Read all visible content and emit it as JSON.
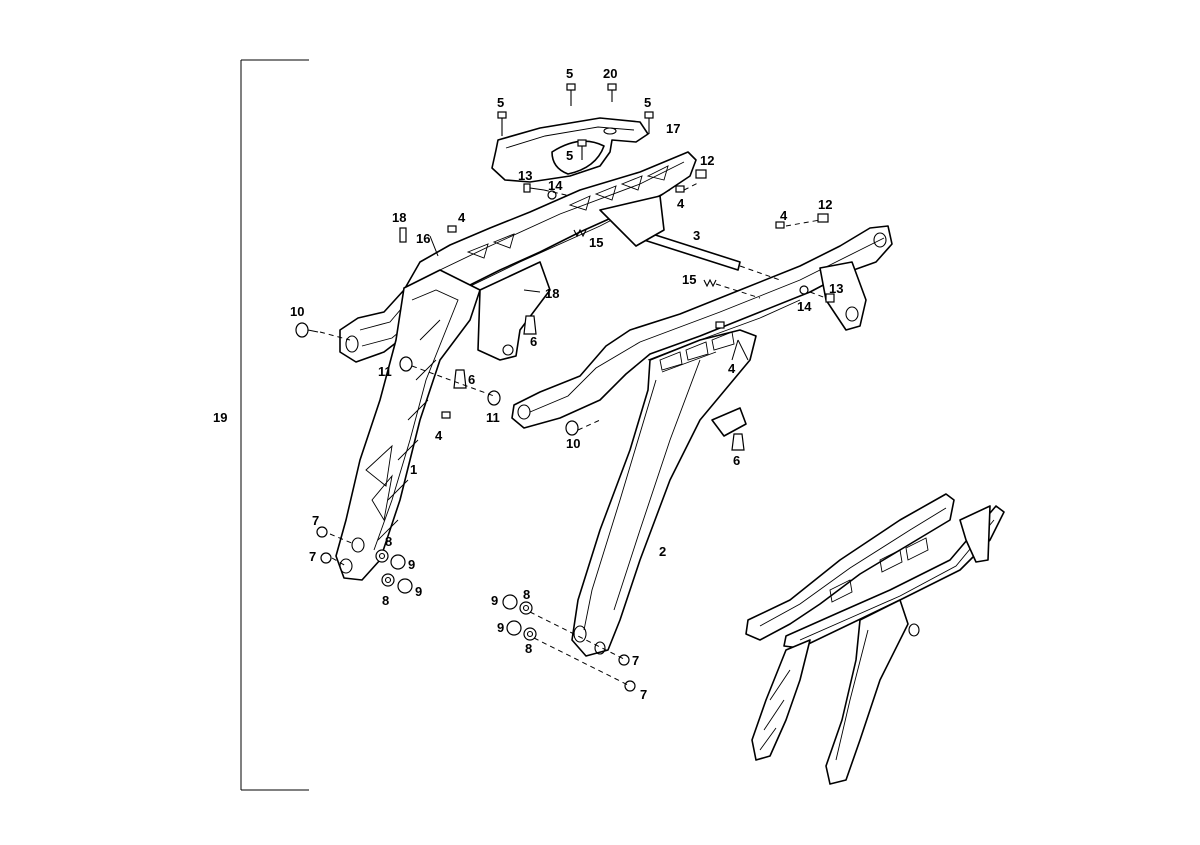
{
  "callouts": [
    {
      "id": "c5a",
      "text": "5"
    },
    {
      "id": "c20",
      "text": "20"
    },
    {
      "id": "c5b",
      "text": "5"
    },
    {
      "id": "c5c",
      "text": "5"
    },
    {
      "id": "c17",
      "text": "17"
    },
    {
      "id": "c5d",
      "text": "5"
    },
    {
      "id": "c12a",
      "text": "12"
    },
    {
      "id": "c13a",
      "text": "13"
    },
    {
      "id": "c14a",
      "text": "14"
    },
    {
      "id": "c4a",
      "text": "4"
    },
    {
      "id": "c18a",
      "text": "18"
    },
    {
      "id": "c4b",
      "text": "4"
    },
    {
      "id": "c16",
      "text": "16"
    },
    {
      "id": "c15a",
      "text": "15"
    },
    {
      "id": "c3",
      "text": "3"
    },
    {
      "id": "c4c",
      "text": "4"
    },
    {
      "id": "c12b",
      "text": "12"
    },
    {
      "id": "c15b",
      "text": "15"
    },
    {
      "id": "c13b",
      "text": "13"
    },
    {
      "id": "c14b",
      "text": "14"
    },
    {
      "id": "c18b",
      "text": "18"
    },
    {
      "id": "c10a",
      "text": "10"
    },
    {
      "id": "c6a",
      "text": "6"
    },
    {
      "id": "c4d",
      "text": "4"
    },
    {
      "id": "c11a",
      "text": "11"
    },
    {
      "id": "c6b",
      "text": "6"
    },
    {
      "id": "c11b",
      "text": "11"
    },
    {
      "id": "c19",
      "text": "19"
    },
    {
      "id": "c4e",
      "text": "4"
    },
    {
      "id": "c10b",
      "text": "10"
    },
    {
      "id": "c6c",
      "text": "6"
    },
    {
      "id": "c1",
      "text": "1"
    },
    {
      "id": "c2",
      "text": "2"
    },
    {
      "id": "c7a",
      "text": "7"
    },
    {
      "id": "c7b",
      "text": "7"
    },
    {
      "id": "c8a",
      "text": "8"
    },
    {
      "id": "c9a",
      "text": "9"
    },
    {
      "id": "c8b",
      "text": "8"
    },
    {
      "id": "c9b",
      "text": "9"
    },
    {
      "id": "c9c",
      "text": "9"
    },
    {
      "id": "c8c",
      "text": "8"
    },
    {
      "id": "c9d",
      "text": "9"
    },
    {
      "id": "c8d",
      "text": "8"
    },
    {
      "id": "c7c",
      "text": "7"
    },
    {
      "id": "c7d",
      "text": "7"
    }
  ]
}
